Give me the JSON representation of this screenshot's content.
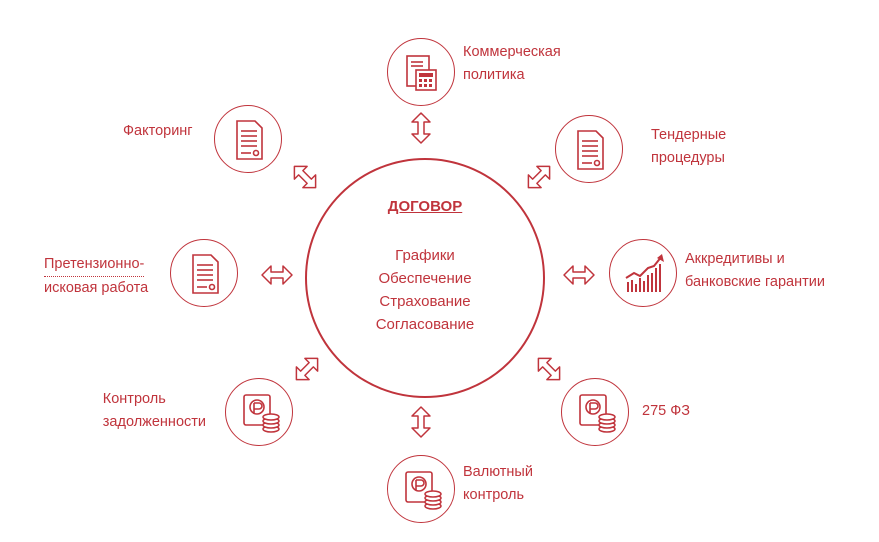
{
  "center": {
    "title": "ДОГОВОР",
    "items": [
      "Графики",
      "Обеспечение",
      "Страхование",
      "Согласование"
    ]
  },
  "nodes": {
    "commercial": {
      "line1": "Коммерческая",
      "line2": "политика",
      "icon": "calculator-document-icon"
    },
    "tender": {
      "line1": "Тендерные",
      "line2": "процедуры",
      "icon": "document-icon"
    },
    "letters": {
      "line1": "Аккредитивы и",
      "line2": "банковские гарантии",
      "icon": "growth-chart-icon"
    },
    "fz275": {
      "line1": "275 ФЗ",
      "icon": "money-coins-icon"
    },
    "currency": {
      "line1": "Валютный",
      "line2": "контроль",
      "icon": "money-coins-icon"
    },
    "debt": {
      "line1": "Контроль",
      "line2": "задолженности",
      "icon": "money-coins-icon"
    },
    "claims": {
      "line1": "Претензионно-",
      "line2": "исковая работа",
      "icon": "document-icon"
    },
    "factoring": {
      "line1": "Факторинг",
      "icon": "document-icon"
    }
  },
  "colors": {
    "accent": "#c0343c",
    "background": "#ffffff"
  }
}
